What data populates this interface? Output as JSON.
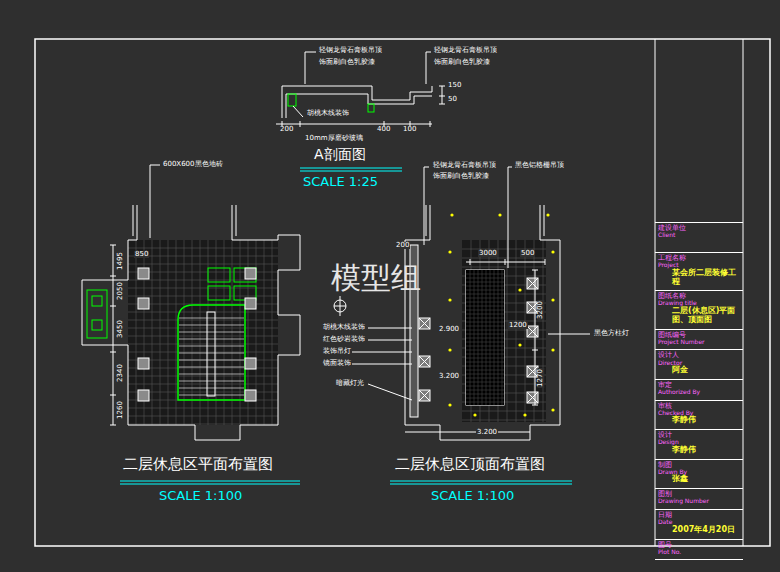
{
  "diagram": {
    "nodes": [
      {
        "text": [
          "建设单位",
          "Client"
        ]
      },
      {
        "text": [
          "工程名称",
          "Project",
          "某会所二层装修工程"
        ]
      },
      {
        "text": [
          "图纸名称",
          "Drawing title",
          "二层(休息区)平面图、顶面图"
        ]
      },
      {
        "text": [
          "图纸编号",
          "Project Number"
        ]
      },
      {
        "text": [
          "设计人",
          "Director",
          "阿金"
        ]
      },
      {
        "text": [
          "审定",
          "Authorized By"
        ]
      },
      {
        "text": [
          "审核",
          "Checked By",
          "李静伟"
        ]
      },
      {
        "text": [
          "设计",
          "Design",
          "李静伟"
        ]
      },
      {
        "text": [
          "制图",
          "Drawn By",
          "张鑫"
        ]
      },
      {
        "text": [
          "图别",
          "Drawing Number"
        ]
      },
      {
        "text": [
          "日期",
          "Date",
          "2007年4月20日"
        ]
      },
      {
        "text": [
          "图号",
          "Plot No."
        ]
      }
    ],
    "labels": [
      "轻钢龙骨石膏板吊顶",
      "饰面刷白色乳胶漆",
      "轻钢龙骨石膏板吊顶",
      "饰面刷白色乳胶漆",
      "胡桃木线装饰",
      "10mm厚磨砂玻璃",
      "200",
      "400",
      "100",
      "150",
      "50",
      "A剖面图",
      "SCALE 1:25",
      "600X600黑色地砖",
      "850",
      "1495",
      "2050",
      "3450",
      "2340",
      "1260",
      "二层休息区平面布置图",
      "SCALE 1:100",
      "轻钢龙骨石膏板吊顶",
      "饰面刷白色乳胶漆",
      "黑色铝格栅吊顶",
      "200",
      "3000",
      "500",
      "1200",
      "3200",
      "1270",
      "2.900",
      "3.200",
      "3.200",
      "胡桃木线装饰",
      "红色砂岩装饰",
      "装饰吊灯",
      "镜面装饰",
      "暗藏灯光",
      "黑色方柱灯",
      "二层休息区顶面布置图",
      "SCALE 1:100",
      "模型组"
    ]
  }
}
